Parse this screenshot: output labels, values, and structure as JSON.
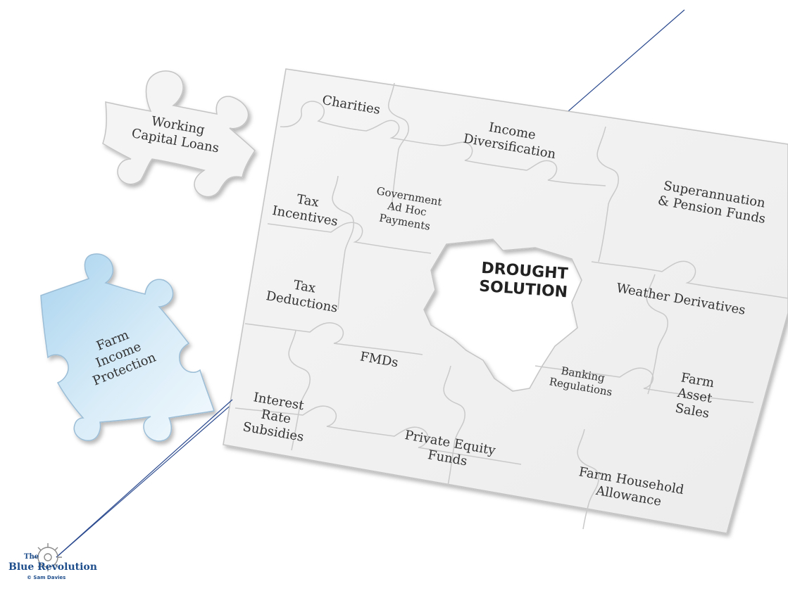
{
  "center": {
    "line1": "DROUGHT",
    "line2": "SOLUTION"
  },
  "pieces": [
    {
      "id": "charities",
      "lines": [
        "Charities"
      ]
    },
    {
      "id": "income-diversification",
      "lines": [
        "Income",
        "Diversification"
      ]
    },
    {
      "id": "superannuation",
      "lines": [
        "Superannuation",
        "& Pension Funds"
      ]
    },
    {
      "id": "tax-incentives",
      "lines": [
        "Tax",
        "Incentives"
      ]
    },
    {
      "id": "government-payments",
      "lines": [
        "Government",
        "Ad Hoc",
        "Payments"
      ]
    },
    {
      "id": "tax-deductions",
      "lines": [
        "Tax",
        "Deductions"
      ]
    },
    {
      "id": "weather-derivatives",
      "lines": [
        "Weather Derivatives"
      ]
    },
    {
      "id": "fmds",
      "lines": [
        "FMDs"
      ]
    },
    {
      "id": "banking-regulations",
      "lines": [
        "Banking",
        "Regulations"
      ]
    },
    {
      "id": "farm-asset-sales",
      "lines": [
        "Farm",
        "Asset",
        "Sales"
      ]
    },
    {
      "id": "interest-rate-subsidies",
      "lines": [
        "Interest",
        "Rate",
        "Subsidies"
      ]
    },
    {
      "id": "private-equity-funds",
      "lines": [
        "Private Equity",
        "Funds"
      ]
    },
    {
      "id": "farm-household-allowance",
      "lines": [
        "Farm Household",
        "Allowance"
      ]
    },
    {
      "id": "working-capital-loans",
      "lines": [
        "Working",
        "Capital Loans"
      ]
    },
    {
      "id": "farm-income-protection",
      "lines": [
        "Farm",
        "Income",
        "Protection"
      ]
    }
  ],
  "logo": {
    "the": "The",
    "name": "Blue Revolution",
    "copyright": "© Sam Davies"
  },
  "colors": {
    "puzzle_fill": "#f2f2f2",
    "outline": "#bdbdbd",
    "highlight_light": "#e6f3fb",
    "highlight_dark": "#a9d3ee",
    "line": "#2b4a8f",
    "text": "#333333",
    "brand": "#1f4e8c"
  }
}
